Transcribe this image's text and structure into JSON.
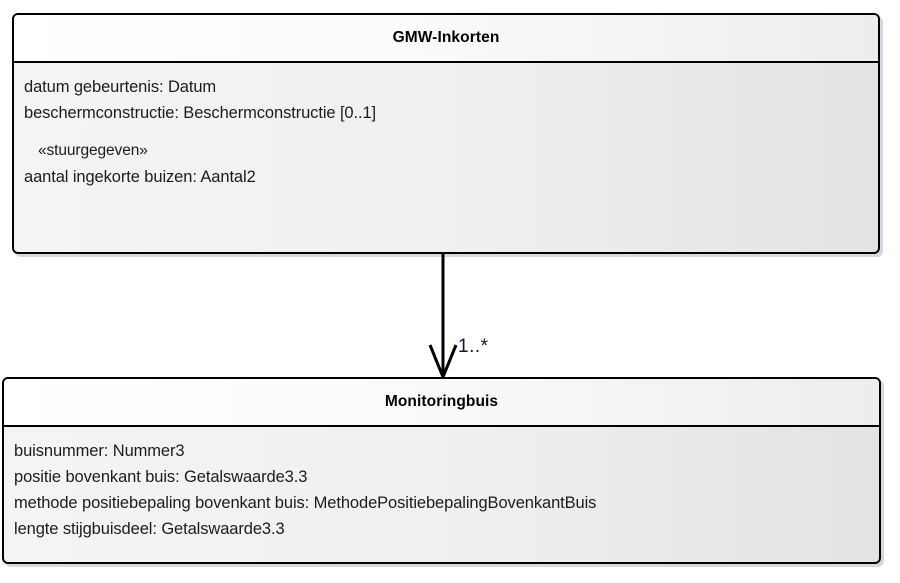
{
  "diagram": {
    "type": "uml-class-diagram",
    "background_color": "#ffffff",
    "classes": [
      {
        "id": "gmw-inkorten",
        "name": "GMW-Inkorten",
        "attributes": [
          {
            "text": "datum gebeurtenis: Datum",
            "kind": "attribute"
          },
          {
            "text": "beschermconstructie: Beschermconstructie [0..1]",
            "kind": "attribute"
          },
          {
            "text": "«stuurgegeven»",
            "kind": "stereotype"
          },
          {
            "text": "aantal ingekorte buizen: Aantal2",
            "kind": "attribute"
          }
        ]
      },
      {
        "id": "monitoringbuis",
        "name": "Monitoringbuis",
        "attributes": [
          {
            "text": "buisnummer: Nummer3",
            "kind": "attribute"
          },
          {
            "text": "positie bovenkant buis: Getalswaarde3.3",
            "kind": "attribute"
          },
          {
            "text": "methode positiebepaling bovenkant buis: MethodePositiebepalingBovenkantBuis",
            "kind": "attribute"
          },
          {
            "text": "lengte stijgbuisdeel: Getalswaarde3.3",
            "kind": "attribute"
          }
        ]
      }
    ],
    "connector": {
      "kind": "composition-navigable-association",
      "from": "gmw-inkorten",
      "to": "monitoringbuis",
      "arrowhead": "open-v",
      "line_color": "#000000",
      "multiplicity_target": "1..*",
      "multiplicity_color": "#11163a"
    }
  }
}
